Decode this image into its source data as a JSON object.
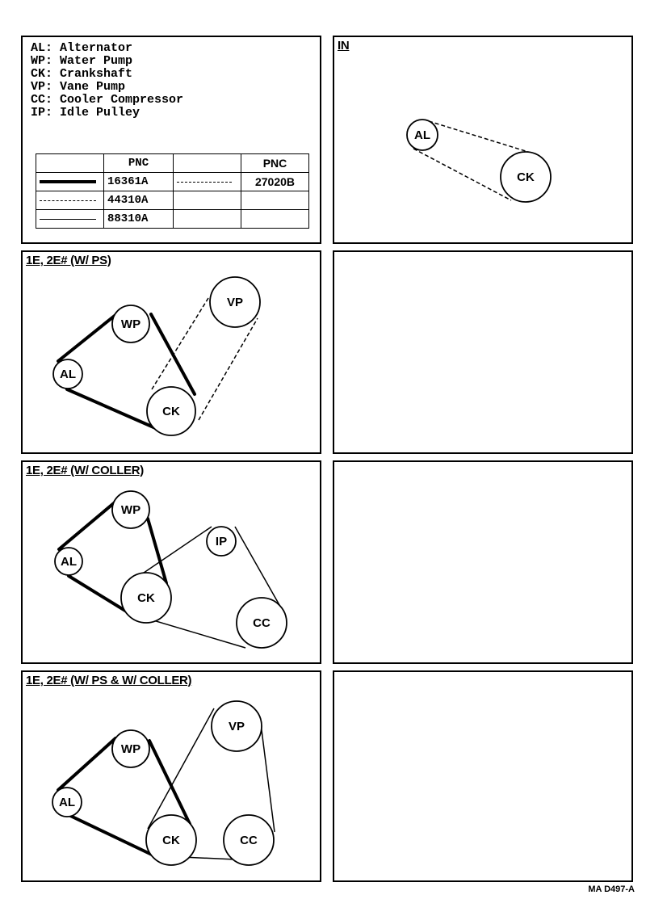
{
  "legend": [
    "AL: Alternator",
    "WP: Water Pump",
    "CK: Crankshaft",
    "VP: Vane Pump",
    "CC: Cooler Compressor",
    "IP: Idle Pulley"
  ],
  "pnc_table": {
    "header": "PNC",
    "header2": "PNC",
    "rows": [
      {
        "code": "16361A",
        "code2": "27020B"
      },
      {
        "code": "44310A",
        "code2": ""
      },
      {
        "code": "88310A",
        "code2": ""
      }
    ]
  },
  "panels": {
    "in": {
      "title": "IN",
      "pulleys": [
        {
          "label": "AL"
        },
        {
          "label": "CK"
        }
      ]
    },
    "ps": {
      "title": "1E, 2E# (W/ PS)",
      "pulleys": [
        {
          "label": "WP"
        },
        {
          "label": "VP"
        },
        {
          "label": "AL"
        },
        {
          "label": "CK"
        }
      ]
    },
    "cooler": {
      "title": "1E, 2E# (W/ COLLER)",
      "pulleys": [
        {
          "label": "WP"
        },
        {
          "label": "IP"
        },
        {
          "label": "AL"
        },
        {
          "label": "CK"
        },
        {
          "label": "CC"
        }
      ]
    },
    "both": {
      "title": "1E, 2E# (W/ PS & W/ COLLER)",
      "pulleys": [
        {
          "label": "VP"
        },
        {
          "label": "WP"
        },
        {
          "label": "AL"
        },
        {
          "label": "CK"
        },
        {
          "label": "CC"
        }
      ]
    }
  },
  "footer_code": "MA D497-A"
}
